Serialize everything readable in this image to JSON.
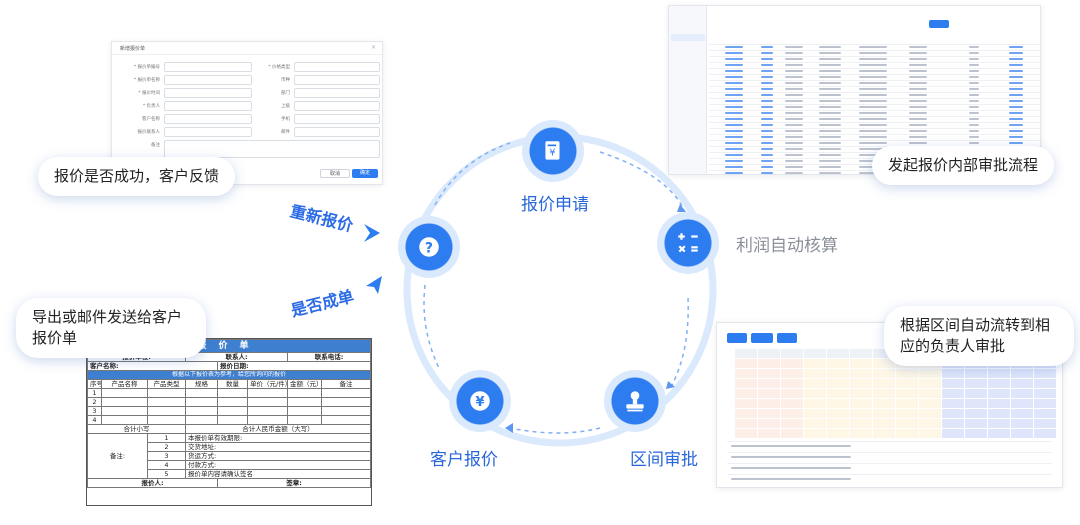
{
  "steps": {
    "apply": "报价申请",
    "profit": "利润自动核算",
    "range": "区间审批",
    "customer": "客户报价"
  },
  "side_labels": {
    "requote": "重新报价",
    "deal": "是否成单"
  },
  "bubbles": {
    "feedback": "报价是否成功，客户反馈",
    "internal": "发起报价内部审批流程",
    "range_flow": "根据区间自动流转到相应的负责人审批",
    "export": "导出或邮件发送给客户报价单"
  },
  "icons": {
    "apply": "document-yen-icon",
    "profit": "calculator-icon",
    "range": "stamp-icon",
    "customer": "yen-coin-icon",
    "center": "question-icon"
  },
  "form_card": {
    "title": "新增报价单",
    "field_labels": [
      "* 报价单编号",
      "* 报价单名称",
      "* 报价时间",
      "* 负责人",
      "客户名称",
      "报价联系人",
      "备注"
    ],
    "field_labels_right": [
      "* 价格类型",
      "币种",
      "部门",
      "上级",
      "手机",
      "邮件"
    ],
    "cancel": "取消",
    "confirm": "确定"
  },
  "quote_sheet": {
    "title": "报价单",
    "row_company": "报价单位:",
    "row_contact": "联系人:",
    "row_phone": "联系电话:",
    "row_customer": "客户名称:",
    "row_date": "报价日期:",
    "bar": "根据以下报价表为参考，给您所询问的报价",
    "headers": [
      "序号",
      "产品名称",
      "产品类型",
      "规格",
      "数量",
      "单价（元/件）",
      "金额（元）",
      "备注"
    ],
    "rows": [
      "1",
      "2",
      "3",
      "4"
    ],
    "subtotal": "合计小写",
    "total": "合计人民币金额（大写）",
    "notes_label": "备注:",
    "notes": [
      "本报价单有效期限:",
      "交货地址:",
      "货运方式:",
      "付款方式:",
      "报价单内容请确认签名"
    ],
    "note_nums": [
      "1",
      "2",
      "3",
      "4",
      "5"
    ],
    "quoter": "报价人:",
    "sign": "签章:"
  },
  "colors": {
    "primary": "#2d7cf0",
    "ring": "#dbe9fd",
    "label_blue": "#2867d9",
    "label_gray": "#8a8f99"
  }
}
